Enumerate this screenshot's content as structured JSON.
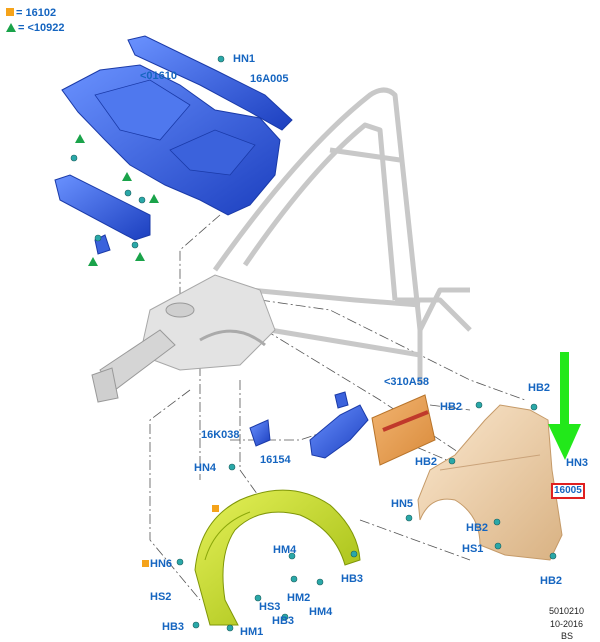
{
  "legend": {
    "square_text": "= 16102",
    "triangle_text": "= <10922",
    "square_color": "#f5a31a",
    "triangle_color": "#1aa34a"
  },
  "labels": {
    "hn1": "HN1",
    "c01610": "<01610",
    "c16a005": "16A005",
    "c310a58": "<310A58",
    "hb2_top": "HB2",
    "hb2_mid": "HB2",
    "hb2_lower": "HB2",
    "hb2_right": "HB2",
    "hb2_bottom": "HB2",
    "c16k038": "16K038",
    "hn4": "HN4",
    "c16154": "16154",
    "hn3": "HN3",
    "hn5": "HN5",
    "hs1": "HS1",
    "hn6": "HN6",
    "hm4_a": "HM4",
    "hm4_b": "HM4",
    "hs2": "HS2",
    "hm2": "HM2",
    "hb3_a": "HB3",
    "hb3_b": "HB3",
    "hs3": "HS3",
    "hb3_c": "HB3",
    "hm1": "HM1",
    "boxed_part": "16005"
  },
  "footer": {
    "id": "5010210",
    "date": "10-2016",
    "code": "BS"
  },
  "colors": {
    "label_blue": "#1565c0",
    "part_blue": "#2f63d8",
    "liner_green": "#c4dc1a",
    "fender_tan": "#f1d6b3",
    "arrow_green": "#22e81a",
    "highlight_red": "#e02020"
  }
}
